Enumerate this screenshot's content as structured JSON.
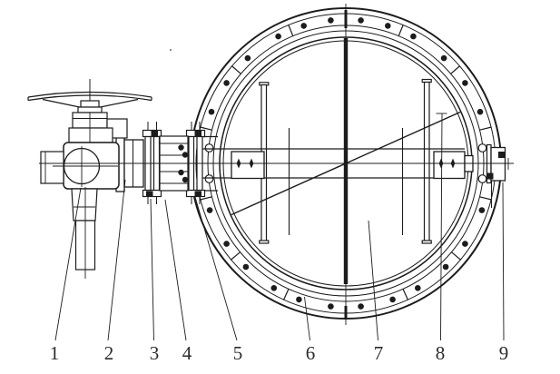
{
  "figure": {
    "background_color": "#ffffff",
    "line_color": "#1c1c1c",
    "callouts": [
      {
        "label": "1"
      },
      {
        "label": "2"
      },
      {
        "label": "3"
      },
      {
        "label": "4"
      },
      {
        "label": "5"
      },
      {
        "label": "6"
      },
      {
        "label": "7"
      },
      {
        "label": "8"
      },
      {
        "label": "9"
      }
    ]
  }
}
